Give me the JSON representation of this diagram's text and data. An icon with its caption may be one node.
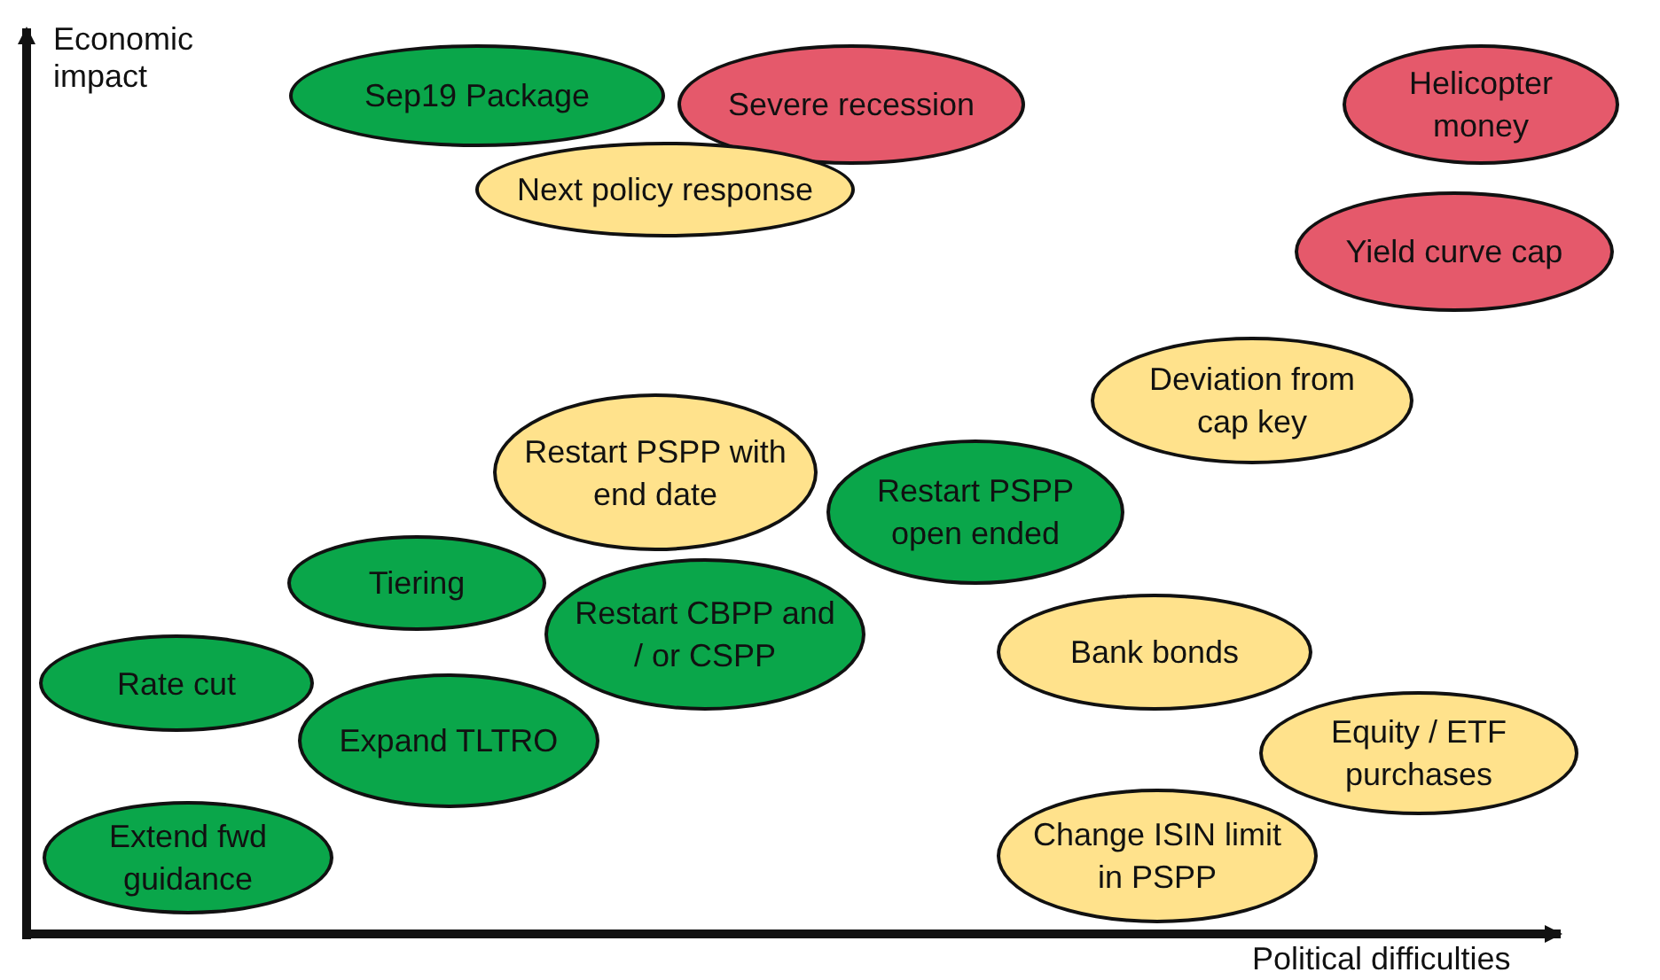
{
  "diagram": {
    "nodes": [
      {
        "text": [
          "Sep19 Package"
        ]
      },
      {
        "text": [
          "Severe recession"
        ]
      },
      {
        "text": [
          "Next policy response"
        ]
      },
      {
        "text": [
          "Helicopter money"
        ]
      },
      {
        "text": [
          "Yield curve cap"
        ]
      },
      {
        "text": [
          "Deviation from cap key"
        ]
      },
      {
        "text": [
          "Restart PSPP with end date"
        ]
      },
      {
        "text": [
          "Restart PSPP open ended"
        ]
      },
      {
        "text": [
          "Tiering"
        ]
      },
      {
        "text": [
          "Restart CBPP and / or CSPP"
        ]
      },
      {
        "text": [
          "Rate cut"
        ]
      },
      {
        "text": [
          "Bank bonds"
        ]
      },
      {
        "text": [
          "Expand TLTRO"
        ]
      },
      {
        "text": [
          "Equity / ETF purchases"
        ]
      },
      {
        "text": [
          "Extend fwd guidance"
        ]
      },
      {
        "text": [
          "Change ISIN limit in PSPP"
        ]
      }
    ],
    "labels": [
      "Economic impact",
      "Political difficulties"
    ]
  }
}
